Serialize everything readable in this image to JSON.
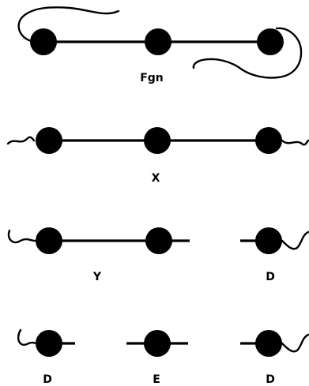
{
  "figure": {
    "labels": {
      "fgn": "Fgn",
      "x": "X",
      "y": "Y",
      "d_row3": "D",
      "d_left": "D",
      "e": "E",
      "d_right": "D"
    }
  }
}
